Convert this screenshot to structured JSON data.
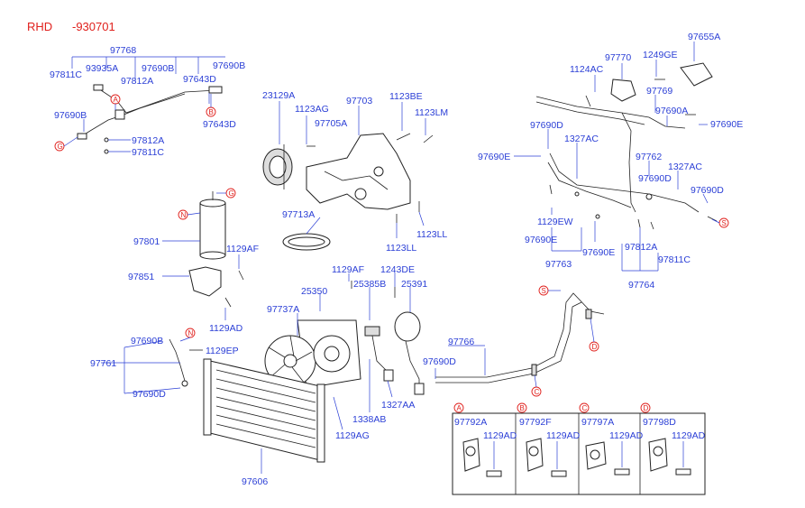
{
  "header": {
    "code": "RHD",
    "range": "-930701"
  },
  "labels": {
    "p97768": "97768",
    "p97811C_a": "97811C",
    "p93935A": "93935A",
    "p97690B_a": "97690B",
    "p97690B_b": "97690B",
    "p97812A_a": "97812A",
    "p97643D_a": "97643D",
    "p97690B_c": "97690B",
    "p97643D_b": "97643D",
    "p97812A_b": "97812A",
    "p97811C_b": "97811C",
    "p23129A": "23129A",
    "p1123AG": "1123AG",
    "p97703": "97703",
    "p1123BE": "1123BE",
    "p97705A": "97705A",
    "p1123LM": "1123LM",
    "p97713A": "97713A",
    "p1123LL_a": "1123LL",
    "p1123LL_b": "1123LL",
    "p97801": "97801",
    "p1129AF_a": "1129AF",
    "p97851": "97851",
    "p1129AD_a": "1129AD",
    "p1129AF_b": "1129AF",
    "p1243DE": "1243DE",
    "p25350": "25350",
    "p25385B": "25385B",
    "p25391": "25391",
    "p97737A": "97737A",
    "p97690B_d": "97690B",
    "p1129EP": "1129EP",
    "p97761": "97761",
    "p97690D_a": "97690D",
    "p97766": "97766",
    "p97690D_b": "97690D",
    "p1327AA": "1327AA",
    "p1338AB": "1338AB",
    "p1129AG": "1129AG",
    "p97606": "97606",
    "p97655A": "97655A",
    "p97770": "97770",
    "p1249GE": "1249GE",
    "p1124AC": "1124AC",
    "p97769": "97769",
    "p97690A": "97690A",
    "p97690E_a": "97690E",
    "p97690D_c": "97690D",
    "p1327AC_a": "1327AC",
    "p97690E_b": "97690E",
    "p97762": "97762",
    "p1327AC_b": "1327AC",
    "p97690D_d": "97690D",
    "p97690D_e": "97690D",
    "p1129EW": "1129EW",
    "p97690E_c": "97690E",
    "p97690E_d": "97690E",
    "p97812A_c": "97812A",
    "p97763": "97763",
    "p97811C_c": "97811C",
    "p97764": "97764",
    "box": {
      "a_part": "97792A",
      "a_bolt": "1129AD",
      "b_part": "97792F",
      "b_bolt": "1129AD",
      "c_part": "97797A",
      "c_bolt": "1129AD",
      "d_part": "97798D",
      "d_bolt": "1129AD"
    }
  },
  "callouts": {
    "A": "A",
    "B": "B",
    "C": "C",
    "D": "D",
    "G": "G",
    "N": "N",
    "S": "S"
  },
  "colors": {
    "label": "#2b3fd6",
    "callout": "#e0201c",
    "line": "#222222"
  }
}
